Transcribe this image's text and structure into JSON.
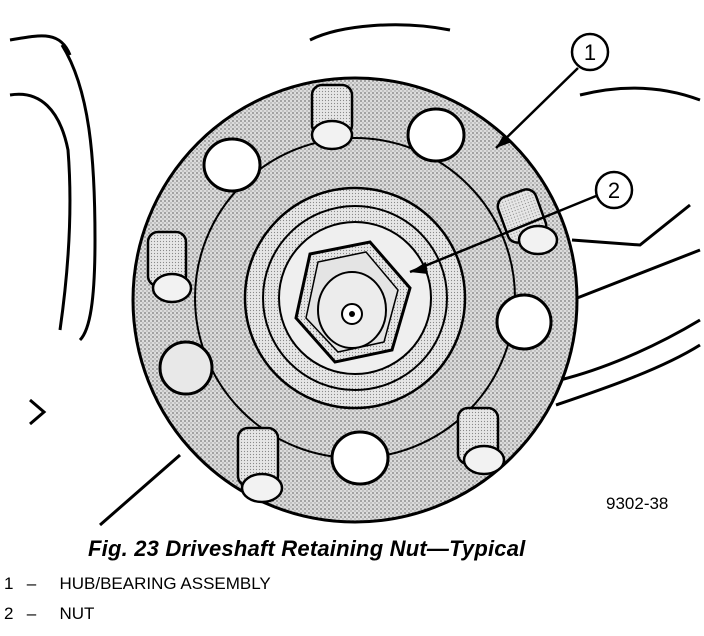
{
  "figure": {
    "number_code": "9302-38",
    "callouts": [
      "1",
      "2"
    ]
  },
  "caption": "Fig. 23 Driveshaft Retaining Nut—Typical",
  "legend": [
    {
      "num": "1",
      "sep": "–",
      "label": "HUB/BEARING ASSEMBLY"
    },
    {
      "num": "2",
      "sep": "–",
      "label": "NUT"
    }
  ],
  "colors": {
    "ink": "#000000",
    "stipple": "#c8c8c8",
    "paper": "#ffffff"
  }
}
